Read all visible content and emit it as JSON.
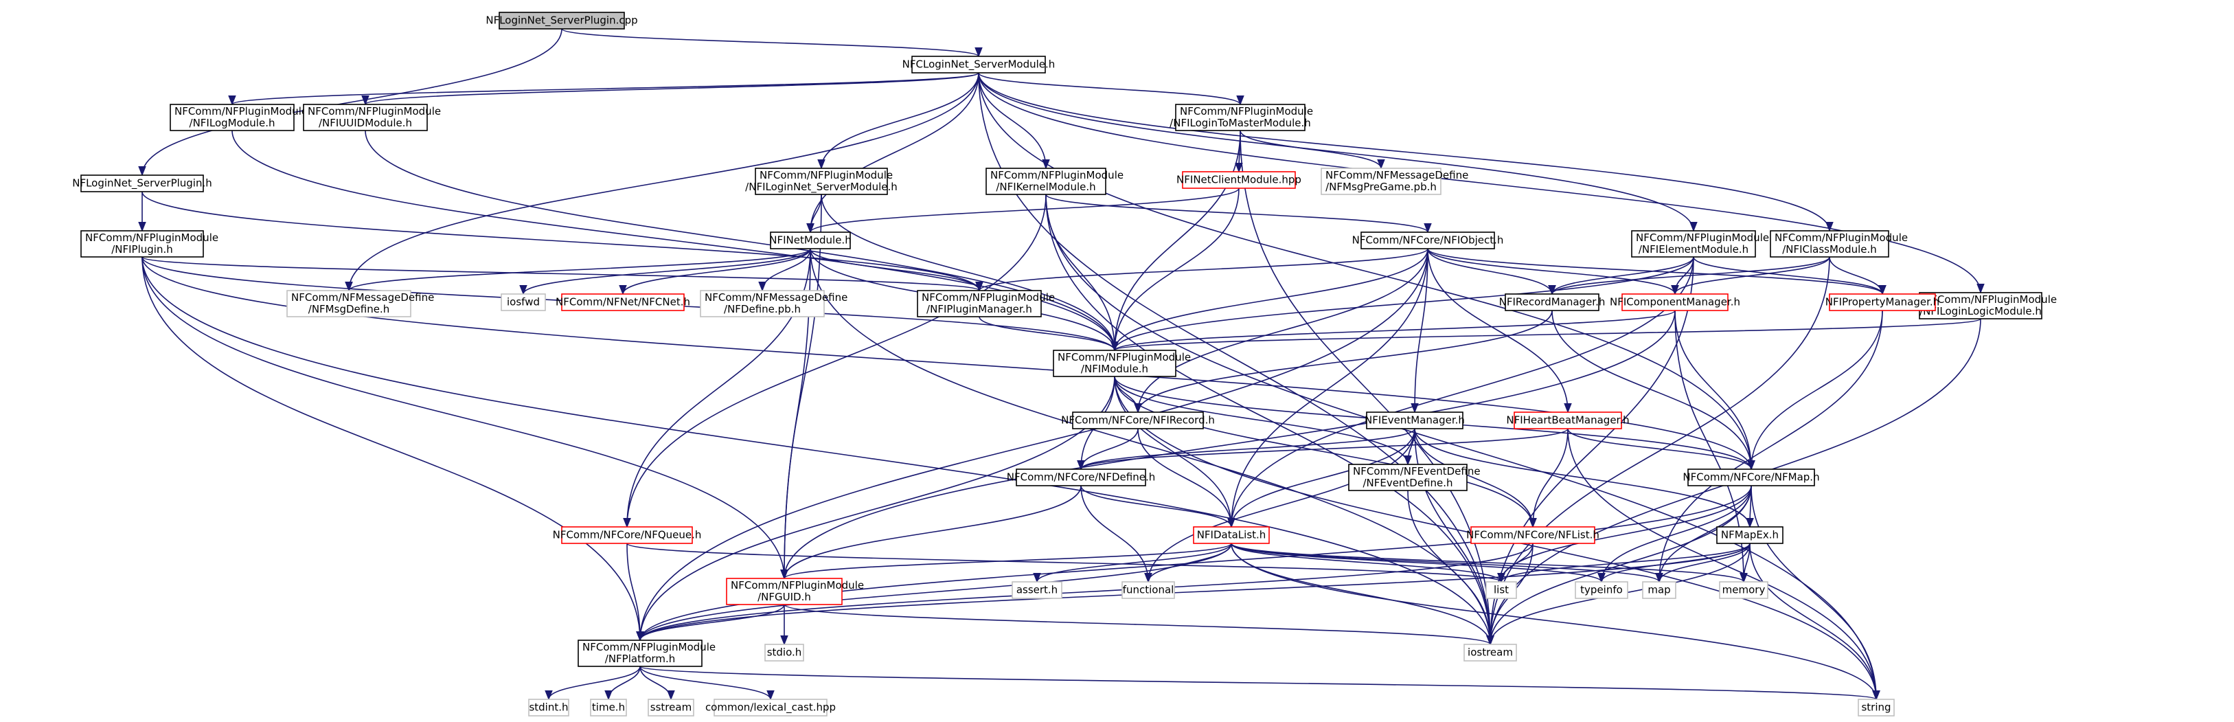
{
  "graph": {
    "type": "include-dependency-graph",
    "colors": {
      "root_fill": "#bfbfbf",
      "node_border": "#000000",
      "missing_border": "#bfbfbf",
      "red_border": "#ff0000",
      "edge": "#191970",
      "text": "#000000"
    },
    "nodes": [
      {
        "id": "root",
        "lines": [
          "NFLoginNet_ServerPlugin.cpp"
        ],
        "style": "root"
      },
      {
        "id": "plugin_h",
        "lines": [
          "NFLoginNet_ServerPlugin.h"
        ],
        "style": "black"
      },
      {
        "id": "netserver_h",
        "lines": [
          "NFCLoginNet_ServerModule.h"
        ],
        "style": "black"
      },
      {
        "id": "ilog",
        "lines": [
          "NFComm/NFPluginModule",
          "/NFILogModule.h"
        ],
        "style": "black"
      },
      {
        "id": "iuuid",
        "lines": [
          "NFComm/NFPluginModule",
          "/NFIUUIDModule.h"
        ],
        "style": "black"
      },
      {
        "id": "itomaster",
        "lines": [
          "NFComm/NFPluginModule",
          "/NFILoginToMasterModule.h"
        ],
        "style": "black"
      },
      {
        "id": "iplugin",
        "lines": [
          "NFComm/NFPluginModule",
          "/NFIPlugin.h"
        ],
        "style": "black"
      },
      {
        "id": "iloginnet",
        "lines": [
          "NFComm/NFPluginModule",
          "/NFILoginNet_ServerModule.h"
        ],
        "style": "black"
      },
      {
        "id": "ikernel",
        "lines": [
          "NFComm/NFPluginModule",
          "/NFIKernelModule.h"
        ],
        "style": "black"
      },
      {
        "id": "inetclient",
        "lines": [
          "NFINetClientModule.hpp"
        ],
        "style": "red"
      },
      {
        "id": "msgpregame",
        "lines": [
          "NFComm/NFMessageDefine",
          "/NFMsgPreGame.pb.h"
        ],
        "style": "gray"
      },
      {
        "id": "inetmodule",
        "lines": [
          "NFINetModule.h"
        ],
        "style": "black"
      },
      {
        "id": "iobject",
        "lines": [
          "NFComm/NFCore/NFIObject.h"
        ],
        "style": "black"
      },
      {
        "id": "ielement",
        "lines": [
          "NFComm/NFPluginModule",
          "/NFIElementModule.h"
        ],
        "style": "black"
      },
      {
        "id": "iclass",
        "lines": [
          "NFComm/NFPluginModule",
          "/NFIClassModule.h"
        ],
        "style": "black"
      },
      {
        "id": "ilogic",
        "lines": [
          "NFComm/NFPluginModule",
          "/NFILoginLogicModule.h"
        ],
        "style": "black"
      },
      {
        "id": "msgdefine",
        "lines": [
          "NFComm/NFMessageDefine",
          "/NFMsgDefine.h"
        ],
        "style": "gray"
      },
      {
        "id": "iosfwd",
        "lines": [
          "iosfwd"
        ],
        "style": "gray"
      },
      {
        "id": "nfcnet",
        "lines": [
          "NFComm/NFNet/NFCNet.h"
        ],
        "style": "red"
      },
      {
        "id": "definepb",
        "lines": [
          "NFComm/NFMessageDefine",
          "/NFDefine.pb.h"
        ],
        "style": "gray"
      },
      {
        "id": "ipluginmgr",
        "lines": [
          "NFComm/NFPluginModule",
          "/NFIPluginManager.h"
        ],
        "style": "black"
      },
      {
        "id": "irecordmgr",
        "lines": [
          "NFIRecordManager.h"
        ],
        "style": "black"
      },
      {
        "id": "icompmgr",
        "lines": [
          "NFIComponentManager.h"
        ],
        "style": "red"
      },
      {
        "id": "ipropmgr",
        "lines": [
          "NFIPropertyManager.h"
        ],
        "style": "red"
      },
      {
        "id": "imodule",
        "lines": [
          "NFComm/NFPluginModule",
          "/NFIModule.h"
        ],
        "style": "black"
      },
      {
        "id": "irecord",
        "lines": [
          "NFComm/NFCore/NFIRecord.h"
        ],
        "style": "black"
      },
      {
        "id": "ievent",
        "lines": [
          "NFIEventManager.h"
        ],
        "style": "black"
      },
      {
        "id": "iheartbeat",
        "lines": [
          "NFIHeartBeatManager.h"
        ],
        "style": "red"
      },
      {
        "id": "nfdefine",
        "lines": [
          "NFComm/NFCore/NFDefine.h"
        ],
        "style": "black"
      },
      {
        "id": "eventdefine",
        "lines": [
          "NFComm/NFEventDefine",
          "/NFEventDefine.h"
        ],
        "style": "black"
      },
      {
        "id": "nfmap",
        "lines": [
          "NFComm/NFCore/NFMap.h"
        ],
        "style": "black"
      },
      {
        "id": "nfqueue",
        "lines": [
          "NFComm/NFCore/NFQueue.h"
        ],
        "style": "red"
      },
      {
        "id": "idatalist",
        "lines": [
          "NFIDataList.h"
        ],
        "style": "red"
      },
      {
        "id": "nflist",
        "lines": [
          "NFComm/NFCore/NFList.h"
        ],
        "style": "red"
      },
      {
        "id": "mapex",
        "lines": [
          "NFMapEx.h"
        ],
        "style": "black"
      },
      {
        "id": "nfguid",
        "lines": [
          "NFComm/NFPluginModule",
          "/NFGUID.h"
        ],
        "style": "red"
      },
      {
        "id": "assert",
        "lines": [
          "assert.h"
        ],
        "style": "gray"
      },
      {
        "id": "functional",
        "lines": [
          "functional"
        ],
        "style": "gray"
      },
      {
        "id": "list",
        "lines": [
          "list"
        ],
        "style": "gray"
      },
      {
        "id": "typeinfo",
        "lines": [
          "typeinfo"
        ],
        "style": "gray"
      },
      {
        "id": "map",
        "lines": [
          "map"
        ],
        "style": "gray"
      },
      {
        "id": "memory",
        "lines": [
          "memory"
        ],
        "style": "gray"
      },
      {
        "id": "stdio",
        "lines": [
          "stdio.h"
        ],
        "style": "gray"
      },
      {
        "id": "platform",
        "lines": [
          "NFComm/NFPluginModule",
          "/NFPlatform.h"
        ],
        "style": "black"
      },
      {
        "id": "iostream",
        "lines": [
          "iostream"
        ],
        "style": "gray"
      },
      {
        "id": "stdint",
        "lines": [
          "stdint.h"
        ],
        "style": "gray"
      },
      {
        "id": "time",
        "lines": [
          "time.h"
        ],
        "style": "gray"
      },
      {
        "id": "sstream",
        "lines": [
          "sstream"
        ],
        "style": "gray"
      },
      {
        "id": "lexical",
        "lines": [
          "common/lexical_cast.hpp"
        ],
        "style": "gray"
      },
      {
        "id": "string",
        "lines": [
          "string"
        ],
        "style": "gray"
      }
    ],
    "edges": [
      [
        "root",
        "plugin_h"
      ],
      [
        "root",
        "netserver_h"
      ],
      [
        "netserver_h",
        "ilog"
      ],
      [
        "netserver_h",
        "iuuid"
      ],
      [
        "netserver_h",
        "itomaster"
      ],
      [
        "netserver_h",
        "iloginnet"
      ],
      [
        "netserver_h",
        "ikernel"
      ],
      [
        "netserver_h",
        "inetmodule"
      ],
      [
        "netserver_h",
        "msgdefine"
      ],
      [
        "netserver_h",
        "ielement"
      ],
      [
        "netserver_h",
        "iclass"
      ],
      [
        "netserver_h",
        "ilogic"
      ],
      [
        "netserver_h",
        "nfmap"
      ],
      [
        "netserver_h",
        "iostream"
      ],
      [
        "plugin_h",
        "iplugin"
      ],
      [
        "plugin_h",
        "ipluginmgr"
      ],
      [
        "ilog",
        "imodule"
      ],
      [
        "iuuid",
        "imodule"
      ],
      [
        "itomaster",
        "inetclient"
      ],
      [
        "itomaster",
        "msgpregame"
      ],
      [
        "itomaster",
        "imodule"
      ],
      [
        "itomaster",
        "iostream"
      ],
      [
        "iplugin",
        "platform"
      ],
      [
        "iplugin",
        "imodule"
      ],
      [
        "iplugin",
        "ipluginmgr"
      ],
      [
        "iplugin",
        "nfmap"
      ],
      [
        "iplugin",
        "iostream"
      ],
      [
        "iplugin",
        "nfguid"
      ],
      [
        "iloginnet",
        "inetmodule"
      ],
      [
        "iloginnet",
        "imodule"
      ],
      [
        "iloginnet",
        "nfguid"
      ],
      [
        "ikernel",
        "imodule"
      ],
      [
        "ikernel",
        "iobject"
      ],
      [
        "ikernel",
        "iostream"
      ],
      [
        "ikernel",
        "string"
      ],
      [
        "ikernel",
        "nfqueue"
      ],
      [
        "inetclient",
        "inetmodule"
      ],
      [
        "inetclient",
        "imodule"
      ],
      [
        "inetmodule",
        "imodule"
      ],
      [
        "inetmodule",
        "ipluginmgr"
      ],
      [
        "inetmodule",
        "msgdefine"
      ],
      [
        "inetmodule",
        "iosfwd"
      ],
      [
        "inetmodule",
        "nfcnet"
      ],
      [
        "inetmodule",
        "definepb"
      ],
      [
        "inetmodule",
        "nfqueue"
      ],
      [
        "inetmodule",
        "iostream"
      ],
      [
        "inetmodule",
        "nfguid"
      ],
      [
        "iobject",
        "irecordmgr"
      ],
      [
        "iobject",
        "icompmgr"
      ],
      [
        "iobject",
        "ipropmgr"
      ],
      [
        "iobject",
        "ievent"
      ],
      [
        "iobject",
        "iheartbeat"
      ],
      [
        "iobject",
        "idatalist"
      ],
      [
        "iobject",
        "irecord"
      ],
      [
        "iobject",
        "imodule"
      ],
      [
        "iobject",
        "platform"
      ],
      [
        "iobject",
        "ipluginmgr"
      ],
      [
        "ielement",
        "irecordmgr"
      ],
      [
        "ielement",
        "icompmgr"
      ],
      [
        "ielement",
        "ipropmgr"
      ],
      [
        "ielement",
        "idatalist"
      ],
      [
        "ielement",
        "imodule"
      ],
      [
        "ielement",
        "iostream"
      ],
      [
        "iclass",
        "irecordmgr"
      ],
      [
        "iclass",
        "icompmgr"
      ],
      [
        "iclass",
        "ipropmgr"
      ],
      [
        "iclass",
        "iostream"
      ],
      [
        "ilogic",
        "imodule"
      ],
      [
        "ilogic",
        "iostream"
      ],
      [
        "ipluginmgr",
        "imodule"
      ],
      [
        "irecordmgr",
        "nfmap"
      ],
      [
        "irecordmgr",
        "irecord"
      ],
      [
        "icompmgr",
        "nfmap"
      ],
      [
        "icompmgr",
        "imodule"
      ],
      [
        "icompmgr",
        "memory"
      ],
      [
        "icompmgr",
        "nfguid"
      ],
      [
        "ipropmgr",
        "nfmap"
      ],
      [
        "ipropmgr",
        "map"
      ],
      [
        "imodule",
        "irecord"
      ],
      [
        "imodule",
        "nfdefine"
      ],
      [
        "imodule",
        "eventdefine"
      ],
      [
        "imodule",
        "nfmap"
      ],
      [
        "imodule",
        "idatalist"
      ],
      [
        "imodule",
        "nflist"
      ],
      [
        "imodule",
        "string"
      ],
      [
        "imodule",
        "platform"
      ],
      [
        "irecord",
        "nfdefine"
      ],
      [
        "irecord",
        "idatalist"
      ],
      [
        "ievent",
        "nfdefine"
      ],
      [
        "ievent",
        "eventdefine"
      ],
      [
        "ievent",
        "idatalist"
      ],
      [
        "ievent",
        "nflist"
      ],
      [
        "ievent",
        "mapex"
      ],
      [
        "ievent",
        "iostream"
      ],
      [
        "ievent",
        "functional"
      ],
      [
        "iheartbeat",
        "nfdefine"
      ],
      [
        "iheartbeat",
        "nfmap"
      ],
      [
        "iheartbeat",
        "nflist"
      ],
      [
        "iheartbeat",
        "string"
      ],
      [
        "nfdefine",
        "idatalist"
      ],
      [
        "nfdefine",
        "functional"
      ],
      [
        "nfdefine",
        "nfguid"
      ],
      [
        "eventdefine",
        "iostream"
      ],
      [
        "nfmap",
        "mapex"
      ],
      [
        "nfmap",
        "list"
      ],
      [
        "nfmap",
        "map"
      ],
      [
        "nfmap",
        "typeinfo"
      ],
      [
        "nfmap",
        "iostream"
      ],
      [
        "nfmap",
        "string"
      ],
      [
        "nfmap",
        "platform"
      ],
      [
        "nfqueue",
        "platform"
      ],
      [
        "nfqueue",
        "list"
      ],
      [
        "idatalist",
        "nfguid"
      ],
      [
        "idatalist",
        "assert"
      ],
      [
        "idatalist",
        "functional"
      ],
      [
        "idatalist",
        "list"
      ],
      [
        "idatalist",
        "typeinfo"
      ],
      [
        "idatalist",
        "map"
      ],
      [
        "idatalist",
        "memory"
      ],
      [
        "idatalist",
        "iostream"
      ],
      [
        "idatalist",
        "string"
      ],
      [
        "idatalist",
        "platform"
      ],
      [
        "nflist",
        "list"
      ],
      [
        "nflist",
        "iostream"
      ],
      [
        "nflist",
        "platform"
      ],
      [
        "mapex",
        "list"
      ],
      [
        "mapex",
        "map"
      ],
      [
        "mapex",
        "typeinfo"
      ],
      [
        "mapex",
        "memory"
      ],
      [
        "mapex",
        "iostream"
      ],
      [
        "mapex",
        "string"
      ],
      [
        "mapex",
        "platform"
      ],
      [
        "nfguid",
        "platform"
      ],
      [
        "nfguid",
        "stdio"
      ],
      [
        "nfguid",
        "iostream"
      ],
      [
        "platform",
        "stdint"
      ],
      [
        "platform",
        "time"
      ],
      [
        "platform",
        "sstream"
      ],
      [
        "platform",
        "lexical"
      ],
      [
        "platform",
        "string"
      ]
    ]
  }
}
